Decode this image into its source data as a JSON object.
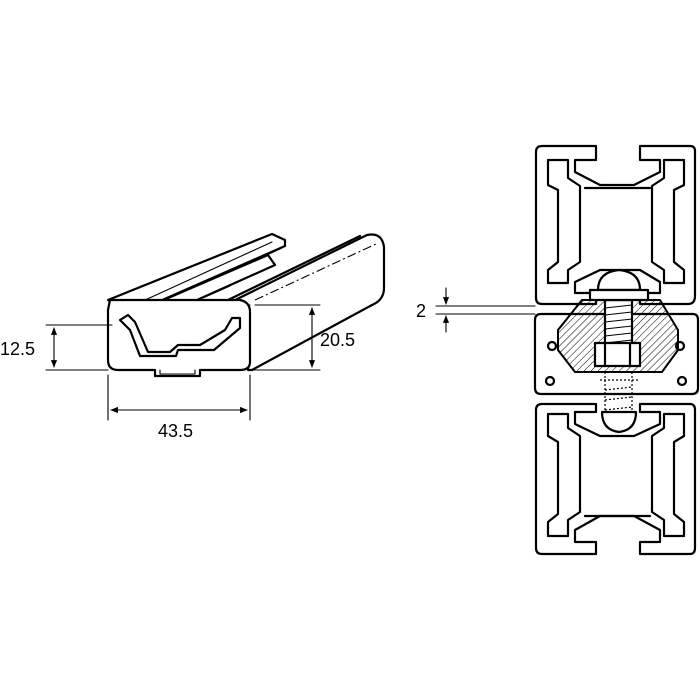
{
  "dimensions": {
    "height_left": "12.5",
    "height_right": "20.5",
    "width": "43.5",
    "gap": "2"
  },
  "colors": {
    "line": "#000000",
    "background": "#ffffff"
  }
}
